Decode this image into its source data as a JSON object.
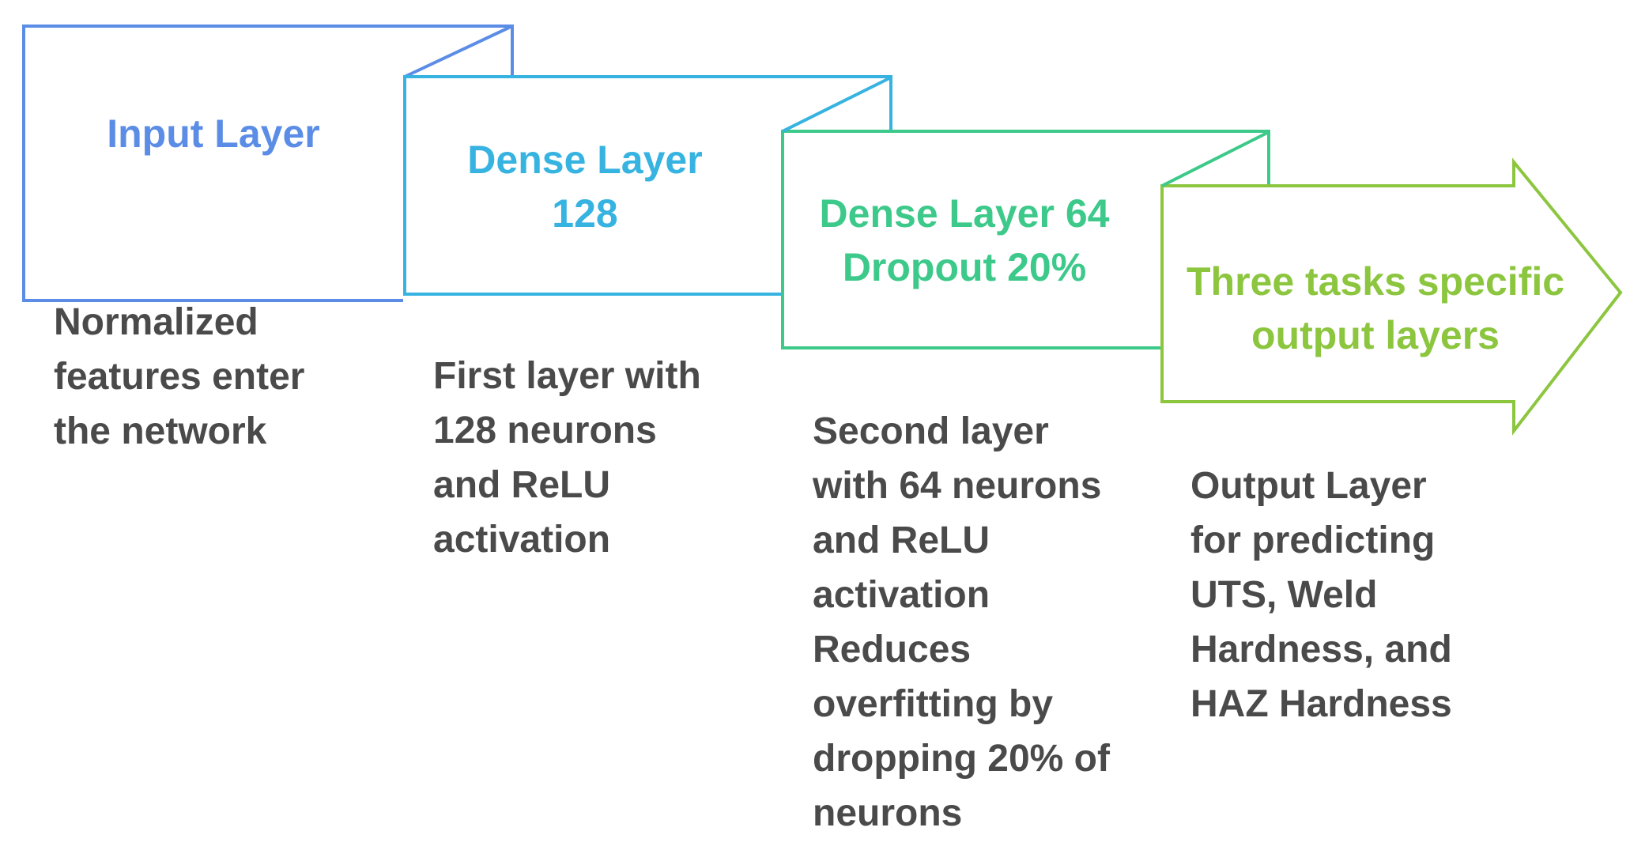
{
  "colors": {
    "stage1": "#5b8de6",
    "stage2": "#36b3e0",
    "stage3": "#3cc98a",
    "stage4": "#8cc63f",
    "description": "#4a4a4a",
    "background": "#ffffff"
  },
  "stages": [
    {
      "title": "Input Layer",
      "description": "Normalized\nfeatures enter\nthe network"
    },
    {
      "title": "Dense Layer\n128",
      "description": "First layer with\n128 neurons\nand ReLU\nactivation"
    },
    {
      "title": "Dense Layer 64\nDropout 20%",
      "description": " Second layer\nwith 64 neurons\nand ReLU\nactivation\n Reduces\noverfitting by\ndropping 20% of\nneurons"
    },
    {
      "title": "Three tasks specific\noutput layers",
      "description": "Output Layer\nfor predicting\nUTS, Weld\nHardness, and\nHAZ Hardness"
    }
  ]
}
